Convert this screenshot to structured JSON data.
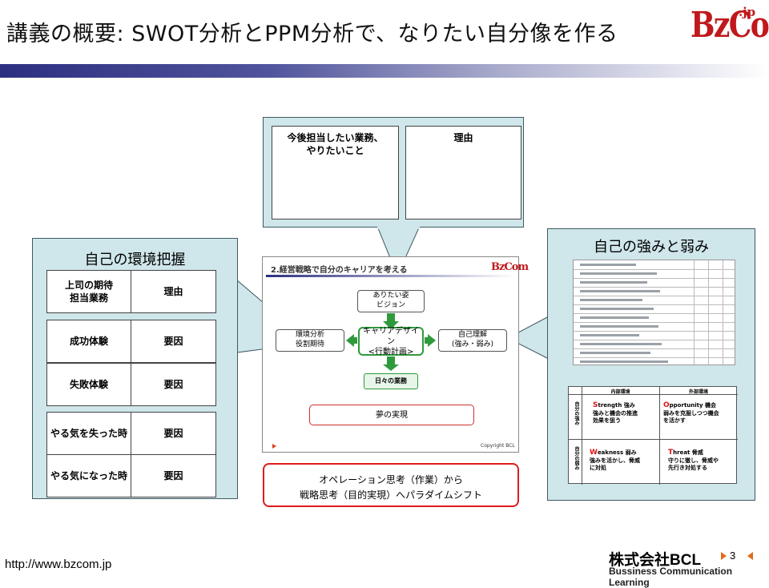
{
  "header": {
    "title": "講義の概要: SWOT分析とPPM分析で、なりたい自分像を作る",
    "logo_main": "BzCom",
    "logo_suffix": ".jp"
  },
  "top_panel": {
    "left_cell": "今後担当したい業務、\nやりたいこと",
    "right_cell": "理由"
  },
  "left_panel": {
    "title": "自己の環境把握",
    "rows": [
      {
        "left": "上司の期待\n担当業務",
        "right": "理由"
      },
      {
        "left": "成功体験",
        "right": "要因"
      },
      {
        "left": "失敗体験",
        "right": "要因"
      },
      {
        "left": "やる気を失った時",
        "right": "要因"
      },
      {
        "left": "やる気になった時",
        "right": "要因"
      }
    ]
  },
  "right_panel": {
    "title": "自己の強みと弱み",
    "swot": {
      "col_headers": [
        "内部環境",
        "外部環境"
      ],
      "row_headers": [
        "自分の強み",
        "自分の弱み"
      ],
      "cells": [
        {
          "cap": "S",
          "rest": "trength 強み\n強みと機会の推進\n効果を狙う"
        },
        {
          "cap": "O",
          "rest": "pportunity 機会\n弱みを克服しつつ機会\nを活かす"
        },
        {
          "cap": "W",
          "rest": "eakness 弱み\n強みを活かし、脅威\nに対処"
        },
        {
          "cap": "T",
          "rest": "hreat 脅威\n守りに徹し、脅威や\n先行き対処する"
        }
      ]
    }
  },
  "slide": {
    "title": "2.経営戦略で自分のキャリアを考える",
    "logo": "BzCom",
    "vision": "ありたい姿\nビジョン",
    "environment": "環境分析\n役割期待",
    "career_design": "キャリアデザイン\n<行動計画>",
    "self_understanding": "自己理解\n(強み・弱み)",
    "daily_work": "日々の業務",
    "dream": "夢の実現",
    "footer_right": "Copyright BCL"
  },
  "callout": {
    "line1": "オペレーション思考（作業）から",
    "line2": "戦略思考（目的実現）へパラダイムシフト"
  },
  "footer": {
    "url": "http://www.bzcom.jp",
    "company": "株式会社BCL",
    "company_sub": "Bussiness Communication Learning",
    "page_number": "3"
  },
  "colors": {
    "accent_red": "#c0181c",
    "panel_fill": "#cfe6ea",
    "flow_green": "#2e9a3c"
  }
}
